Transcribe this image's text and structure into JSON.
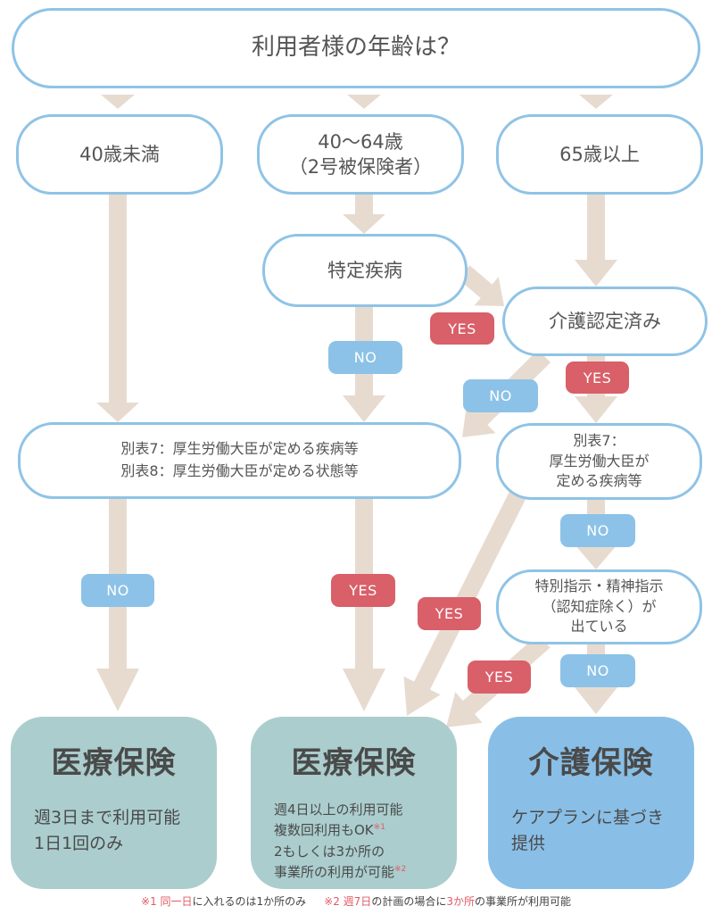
{
  "colors": {
    "node_border": "#8fc3e6",
    "arrow": "#e7dbd0",
    "yes_badge": "#d95f69",
    "no_badge": "#8cc2e7",
    "medical_box": "#abcdce",
    "care_box": "#89bfe6",
    "footnote_accent": "#e05a64"
  },
  "question": "利用者様の年齢は？",
  "ages": {
    "under40": "40歳未満",
    "age40_64_line1": "40〜64歳",
    "age40_64_line2": "（2号被保険者）",
    "over65": "65歳以上"
  },
  "nodes": {
    "specific_disease": "特定疾病",
    "care_certified": "介護認定済み",
    "table78_line1": "別表7：厚生労働大臣が定める疾病等",
    "table78_line2": "別表8：厚生労働大臣が定める状態等",
    "table7_line1": "別表7：",
    "table7_line2": "厚生労働大臣が",
    "table7_line3": "定める疾病等",
    "special_line1": "特別指示・精神指示",
    "special_line2": "（認知症除く）が",
    "special_line3": "出ている"
  },
  "badges": {
    "yes": "YES",
    "no": "NO"
  },
  "results": {
    "medical_a": {
      "title": "医療保険",
      "lines": [
        "週3日まで利用可能",
        "1日1回のみ"
      ]
    },
    "medical_b": {
      "title": "医療保険",
      "lines": [
        "週4日以上の利用可能",
        "複数回利用もOK",
        "2もしくは3か所の",
        "事業所の利用が可能"
      ],
      "note1": "※1",
      "note2": "※2"
    },
    "care": {
      "title": "介護保険",
      "lines": [
        "ケアプランに基づき",
        "提供"
      ]
    }
  },
  "footnotes": {
    "n1_mark": "※1 同一日",
    "n1_text": "に入れるのは1か所のみ",
    "n2_mark": "※2 週7日",
    "n2_mid": "の計画の場合に",
    "n2_accent": "3か所",
    "n2_end": "の事業所が利用可能"
  }
}
